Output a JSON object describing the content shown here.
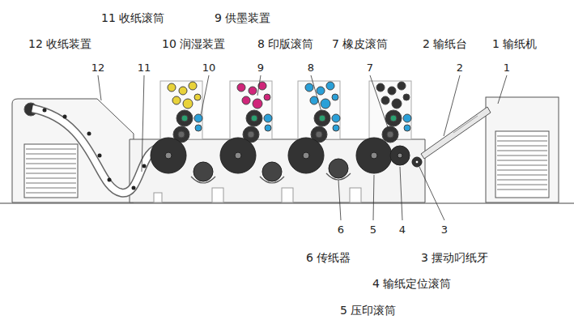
{
  "diagram": {
    "labels": [
      "11 收纸滚筒",
      "9 供墨装置",
      "12 收纸装置",
      "10 润湿装置",
      "8 印版滚筒",
      "7 橡皮滚筒",
      "2 输纸台",
      "1 输纸机",
      "12",
      "11",
      "10",
      "9",
      "8",
      "7",
      "2",
      "1",
      "6",
      "5",
      "4",
      "3",
      "6 传纸器",
      "3 摆动叼纸牙",
      "4 输纸定位滚筒",
      "5 压印滚筒"
    ]
  }
}
